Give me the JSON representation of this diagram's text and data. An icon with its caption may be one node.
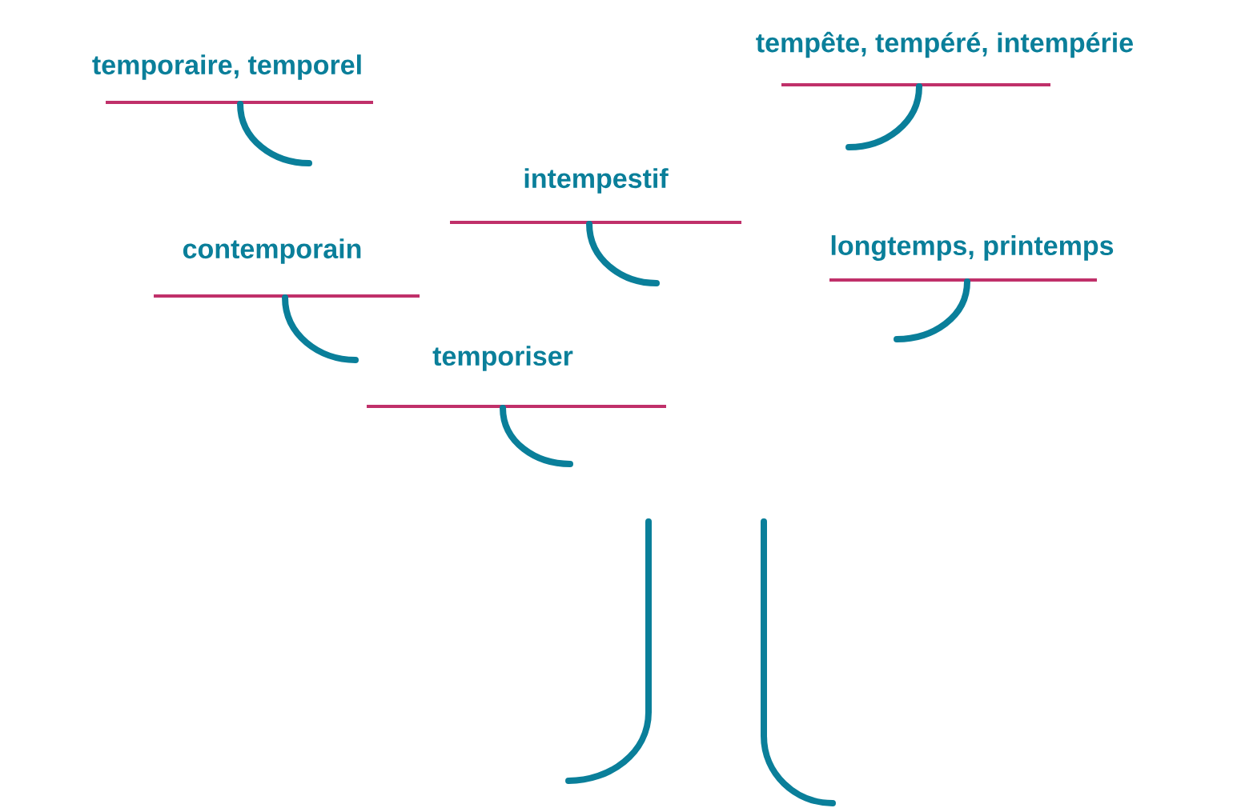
{
  "diagram": {
    "labels": [
      "temporaire, temporel",
      "tempête, tempéré, intempérie",
      "intempestif",
      "contemporain",
      "longtemps, printemps",
      "temporiser"
    ]
  }
}
